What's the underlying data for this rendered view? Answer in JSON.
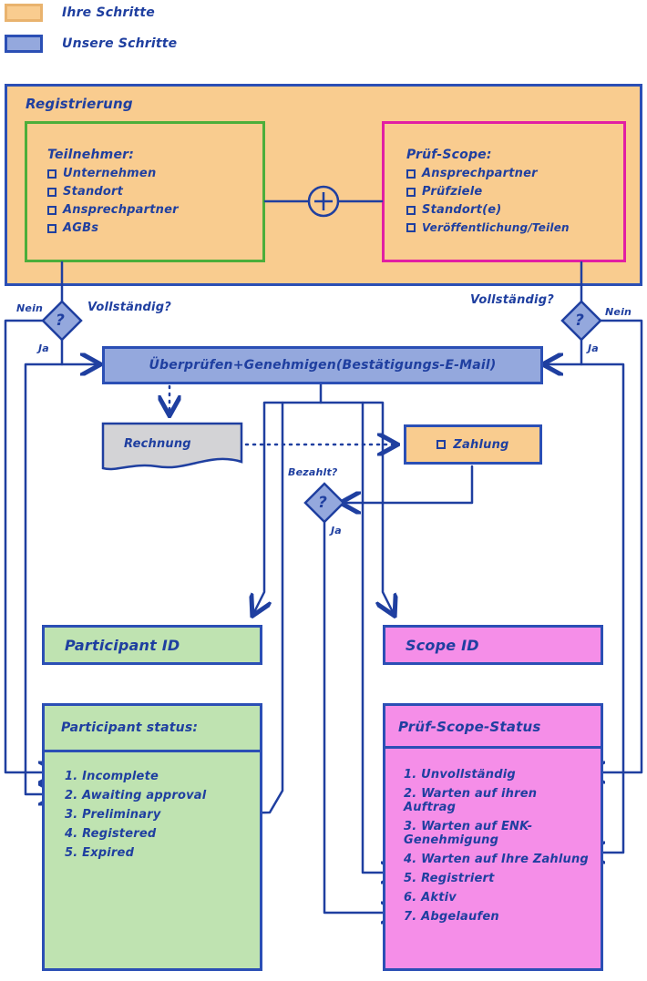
{
  "legend": {
    "items": [
      {
        "label": "Ihre Schritte",
        "color": "#f9cc8f"
      },
      {
        "label": "Unsere Schritte",
        "color": "#94a8dd"
      }
    ]
  },
  "colors": {
    "orange": "#f9cc8f",
    "blue": "#94a8dd",
    "green": "#bfe3b1",
    "pink": "#f58ee8",
    "gray": "#d3d3d6",
    "ink": "#1f3fa0",
    "green_border": "#4cae3a",
    "pink_border": "#e21fa3"
  },
  "registration": {
    "title": "Registrierung",
    "participant": {
      "heading": "Teilnehmer:",
      "items": [
        "Unternehmen",
        "Standort",
        "Ansprechpartner",
        "AGBs"
      ]
    },
    "scope": {
      "heading": "Prüf-Scope:",
      "items": [
        "Ansprechpartner",
        "Prüfziele",
        "Standort(e)",
        "Veröffentlichung/Teilen"
      ]
    },
    "plus": "+"
  },
  "decisions": {
    "left": {
      "symbol": "?",
      "question": "Vollständig?",
      "no": "Nein",
      "yes": "Ja"
    },
    "right": {
      "symbol": "?",
      "question": "Vollständig?",
      "no": "Nein",
      "yes": "Ja"
    },
    "paid": {
      "symbol": "?",
      "question": "Bezahlt?",
      "yes": "Ja"
    }
  },
  "review": {
    "label": "Überprüfen+Genehmigen(Bestätigungs-E-Mail)"
  },
  "invoice": {
    "label": "Rechnung"
  },
  "payment": {
    "label": "Zahlung"
  },
  "participant_id": {
    "label": "Participant ID"
  },
  "scope_id": {
    "label": "Scope ID"
  },
  "participant_status": {
    "title": "Participant status:",
    "items": [
      "1. Incomplete",
      "2. Awaiting approval",
      "3. Preliminary",
      "4. Registered",
      "5. Expired"
    ]
  },
  "scope_status": {
    "title": "Prüf-Scope-Status",
    "items": [
      "1. Unvollständig",
      "2. Warten auf ihren Auftrag",
      "3. Warten auf ENK-Genehmigung",
      "4. Warten auf Ihre Zahlung",
      "5. Registriert",
      "6. Aktiv",
      "7. Abgelaufen"
    ]
  }
}
